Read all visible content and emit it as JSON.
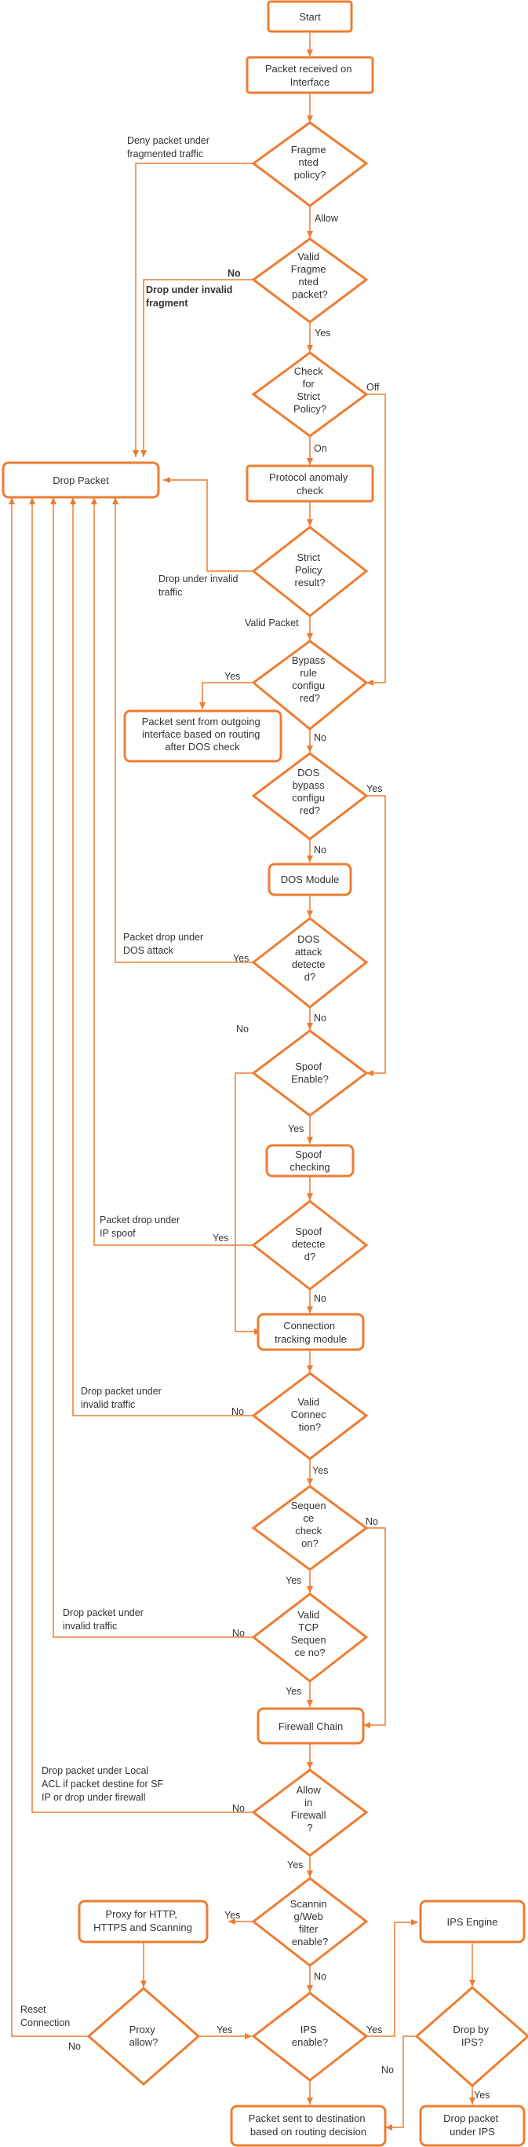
{
  "colors": {
    "stroke": "#ED7D31",
    "text": "#333333",
    "background": "#FFFFFF"
  },
  "nodes": {
    "start": "Start",
    "packet_received": "Packet received on Interface",
    "fragmented_policy": "Fragmented policy?",
    "valid_fragmented": "Valid Fragmented packet?",
    "check_strict": "Check for Strict Policy?",
    "drop_packet": "Drop Packet",
    "protocol_anomaly": "Protocol anomaly check",
    "strict_result": "Strict Policy result?",
    "bypass_rule": "Bypass rule configured?",
    "sent_outgoing": "Packet sent from outgoing interface based on routing after DOS check",
    "dos_bypass": "DOS bypass configured?",
    "dos_module": "DOS Module",
    "dos_detected": "DOS attack detected?",
    "spoof_enable": "Spoof Enable?",
    "spoof_checking": "Spoof checking",
    "spoof_detected": "Spoof detected?",
    "conn_tracking": "Connection tracking module",
    "valid_connection": "Valid Connection?",
    "sequence_check": "Sequence check on?",
    "valid_tcp": "Valid TCP Sequence no?",
    "firewall_chain": "Firewall Chain",
    "allow_firewall": "Allow in Firewall?",
    "scanning": "Scanning/Web filter enable?",
    "proxy": "Proxy for HTTP, HTTPS and Scanning",
    "proxy_allow": "Proxy allow?",
    "ips_enable": "IPS enable?",
    "ips_engine": "IPS Engine",
    "drop_by_ips": "Drop by IPS?",
    "sent_destination": "Packet sent to destination based on routing decision",
    "drop_under_ips": "Drop packet under IPS"
  },
  "edge_labels": {
    "deny_fragmented": "Deny packet under fragmented traffic",
    "allow": "Allow",
    "no_invalid_fragment": "No",
    "drop_invalid_fragment": "Drop under invalid fragment",
    "yes_valid_fragment": "Yes",
    "off": "Off",
    "on": "On",
    "drop_invalid_traffic_strict": "Drop under invalid traffic",
    "valid_packet": "Valid Packet",
    "yes_bypass": "Yes",
    "no_bypass": "No",
    "yes_dos_bypass": "Yes",
    "no_dos_bypass": "No",
    "drop_dos_attack": "Packet drop under DOS attack",
    "yes_dos": "Yes",
    "no_dos": "No",
    "no_spoof_enable": "No",
    "yes_spoof_enable": "Yes",
    "drop_ip_spoof": "Packet drop under IP spoof",
    "yes_spoof": "Yes",
    "no_spoof": "No",
    "drop_invalid_traffic_conn": "Drop packet under invalid traffic",
    "no_conn": "No",
    "yes_conn": "Yes",
    "no_sequence": "No",
    "yes_sequence": "Yes",
    "drop_invalid_traffic_tcp": "Drop packet under invalid traffic",
    "no_tcp": "No",
    "yes_tcp": "Yes",
    "drop_local_acl": "Drop packet under Local ACL if packet destine for SF IP or drop under firewall",
    "no_firewall": "No",
    "yes_firewall": "Yes",
    "yes_scanning": "Yes",
    "no_scanning": "No",
    "reset_connection": "Reset Connection",
    "no_proxy": "No",
    "yes_proxy": "Yes",
    "yes_ips": "Yes",
    "no_ips_drop": "No",
    "yes_ips_drop": "Yes"
  }
}
